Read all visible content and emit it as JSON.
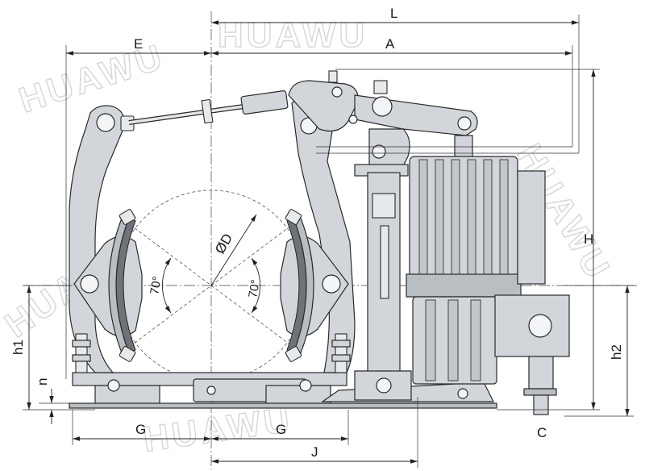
{
  "labels": {
    "L": "L",
    "E": "E",
    "A": "A",
    "H": "H",
    "h1": "h1",
    "h2": "h2",
    "n": "n",
    "G_left": "G",
    "G_right": "G",
    "J": "J",
    "C": "C",
    "D": "ØD",
    "angle_left": "70°",
    "angle_right": "70°"
  },
  "watermark": {
    "top": "HUAWU",
    "left": "HUAWU",
    "bottom": "HUAWU",
    "right": "HUAWU",
    "center": "HUAWU"
  },
  "colors": {
    "metal": "#d2d6da",
    "metal_dark": "#b9bec3",
    "lining": "#6d7378",
    "line": "#222222"
  }
}
